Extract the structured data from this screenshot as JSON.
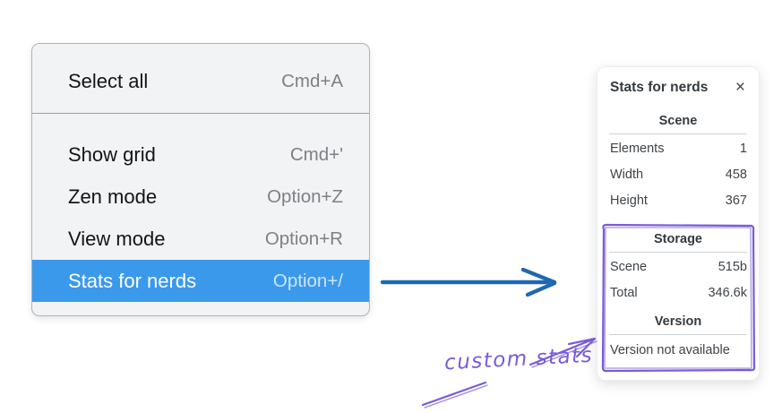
{
  "colors": {
    "menu-bg": "#f1f3f5",
    "menu-border": "#aeb4ba",
    "menu-text": "#141414",
    "menu-divider": "#9aa0a6",
    "shortcut-text": "#7d8185",
    "highlight-bg": "#3b99ec",
    "highlight-text": "#ffffff",
    "highlight-shortcut": "#cde6fb",
    "panel-text": "#343a40",
    "panel-divider": "#ccd2d8",
    "arrow-blue": "#1e68b2",
    "annotation-purple": "#7a5bd8"
  },
  "context_menu": {
    "groups": [
      {
        "items": [
          {
            "label": "Select all",
            "shortcut": "Cmd+A"
          }
        ]
      },
      {
        "items": [
          {
            "label": "Show grid",
            "shortcut": "Cmd+'"
          },
          {
            "label": "Zen mode",
            "shortcut": "Option+Z"
          },
          {
            "label": "View mode",
            "shortcut": "Option+R"
          },
          {
            "label": "Stats for nerds",
            "shortcut": "Option+/",
            "highlighted": true
          }
        ]
      }
    ]
  },
  "stats_panel": {
    "title": "Stats for nerds",
    "close_icon": "×",
    "sections": [
      {
        "heading": "Scene",
        "rows": [
          {
            "label": "Elements",
            "value": "1"
          },
          {
            "label": "Width",
            "value": "458"
          },
          {
            "label": "Height",
            "value": "367"
          }
        ]
      },
      {
        "heading": "Storage",
        "rows": [
          {
            "label": "Scene",
            "value": "515b"
          },
          {
            "label": "Total",
            "value": "346.6k"
          }
        ]
      },
      {
        "heading": "Version",
        "message": "Version not available"
      }
    ]
  },
  "annotation": {
    "label": "custom stats"
  }
}
